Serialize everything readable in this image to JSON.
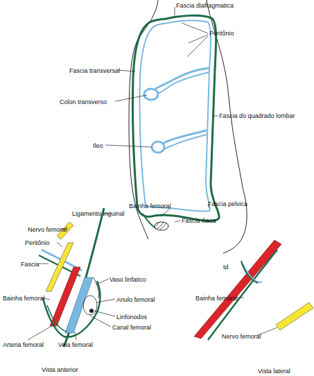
{
  "diagram": {
    "labels": [
      "Fascia diafragmatica",
      "Peritônio",
      "Fascia transversal",
      "Colon transverso",
      "Fascia do quadrado lombar",
      "Ileo",
      "Bainha femoral",
      "Ligamento inguinal",
      "Fascia pelvica",
      "Fascia iliaca",
      "Nervo femoral",
      "Peritônio",
      "Fascia",
      "Vaso linfatico",
      "Bainha femoral",
      "Anulo femoral",
      "Linfonodos",
      "Canal femoral",
      "Arteria femoral",
      "Veia femoral",
      "td",
      "Bainha femoral",
      "Nervo femoral",
      "Vista anterior",
      "Vista lateral"
    ]
  }
}
